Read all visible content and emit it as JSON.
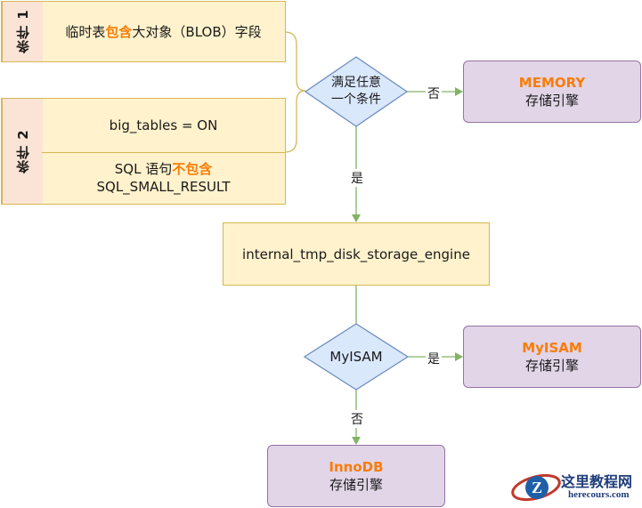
{
  "condition1": {
    "tag": "条件 1",
    "text_prefix": "临时表",
    "text_highlight": "包含",
    "text_suffix": "大对象（BLOB）字段"
  },
  "condition2": {
    "tag": "条件 2",
    "row1": "big_tables = ON",
    "row2_prefix": "SQL 语句",
    "row2_highlight": "不包含",
    "row2_line2": "SQL_SMALL_RESULT"
  },
  "decision1": {
    "line1": "满足任意",
    "line2": "一个条件"
  },
  "memory_box": {
    "title": "MEMORY",
    "subtitle": "存储引擎"
  },
  "engine_box": {
    "label": "internal_tmp_disk_storage_engine"
  },
  "decision2": {
    "label": "MyISAM"
  },
  "myisam_box": {
    "title": "MyISAM",
    "subtitle": "存储引擎"
  },
  "innodb_box": {
    "title": "InnoDB",
    "subtitle": "存储引擎"
  },
  "edges": {
    "no1": "否",
    "yes1": "是",
    "yes2": "是",
    "no2": "否"
  },
  "watermark": {
    "logo_letter": "Z",
    "title": "这里教程网",
    "url": "herecours.com"
  },
  "colors": {
    "highlight": "#fa7c05",
    "yellow_fill": "#fff2cc",
    "yellow_border": "#d6b656",
    "purple_fill": "#e1d5e7",
    "purple_border": "#9673a6",
    "decision_fill": "#dae8fc",
    "decision_border": "#6c8ebf",
    "arrow": "#82b366"
  }
}
